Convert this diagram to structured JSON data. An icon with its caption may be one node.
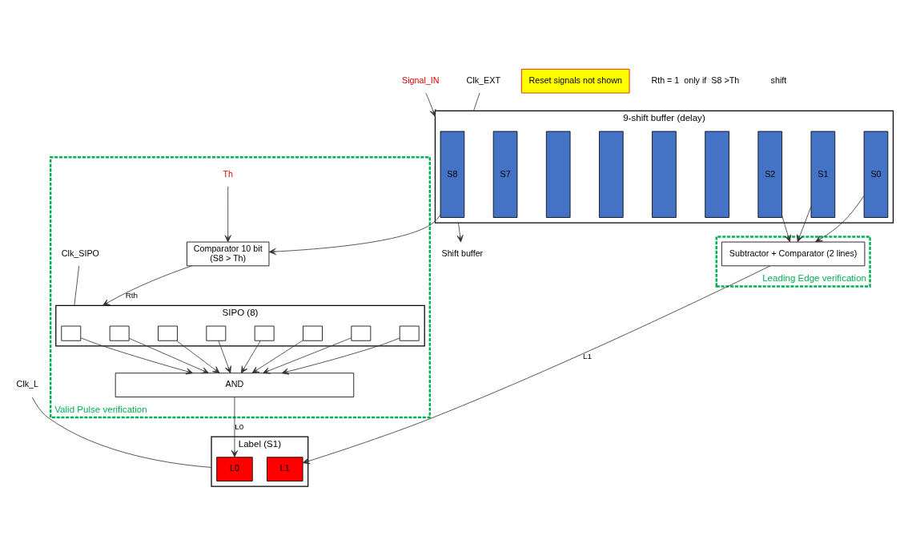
{
  "diagram": {
    "nodes": [
      {
        "text": [
          "9-shift buffer (delay)"
        ]
      },
      {
        "text": [
          "S8"
        ],
        "in": 0
      },
      {
        "text": [
          "S7"
        ],
        "in": 0
      },
      {
        "text": [],
        "shape": "bar",
        "in": 0
      },
      {
        "text": [],
        "shape": "bar",
        "in": 0
      },
      {
        "text": [],
        "shape": "bar",
        "in": 0
      },
      {
        "text": [],
        "shape": "bar",
        "in": 0
      },
      {
        "text": [
          "S2"
        ],
        "in": 0
      },
      {
        "text": [
          "S1"
        ],
        "in": 0
      },
      {
        "text": [
          "S0"
        ],
        "in": 0
      },
      {
        "text": [
          "Signal_IN"
        ]
      },
      {
        "text": [
          "Shift buffer"
        ]
      },
      {
        "text": [
          "Clk_EXT"
        ]
      },
      {
        "text": [
          "Valid Pulse verification"
        ]
      },
      {
        "text": [
          "Comparator 10 bit",
          "(S8 > Th)"
        ],
        "in": 13
      },
      {
        "text": [
          "Th"
        ],
        "in": 13
      },
      {
        "text": [
          "SIPO (8)"
        ],
        "in": 13
      },
      {
        "text": [],
        "shape": "box",
        "in": 16
      },
      {
        "text": [],
        "shape": "box",
        "in": 16
      },
      {
        "text": [],
        "shape": "box",
        "in": 16
      },
      {
        "text": [],
        "shape": "box",
        "in": 16
      },
      {
        "text": [],
        "shape": "box",
        "in": 16
      },
      {
        "text": [],
        "shape": "box",
        "in": 16
      },
      {
        "text": [],
        "shape": "box",
        "in": 16
      },
      {
        "text": [],
        "shape": "box",
        "in": 16
      },
      {
        "text": [
          "AND"
        ],
        "in": 13
      },
      {
        "text": [
          "Clk_SIPO"
        ],
        "in": 13
      },
      {
        "text": [
          "Leading Edge verification"
        ]
      },
      {
        "text": [
          "Subtractor + Comparator (2 lines)"
        ],
        "in": 27
      },
      {
        "text": [
          "Label (S1)"
        ]
      },
      {
        "text": [
          "L0"
        ],
        "in": 29
      },
      {
        "text": [
          "L1"
        ],
        "in": 29
      },
      {
        "text": [
          "Clk_L"
        ]
      },
      {
        "text": [
          "Reset signals not shown"
        ]
      }
    ],
    "edges": [
      {
        "from": 10,
        "to": 0,
        "arrow": "to"
      },
      {
        "from": 0,
        "to": 11,
        "arrow": "to"
      },
      {
        "from": 12,
        "to": 0,
        "arrow": "none"
      },
      {
        "from": 1,
        "to": 14,
        "arrow": "to"
      },
      {
        "from": 15,
        "to": 14,
        "arrow": "to"
      },
      {
        "from": 14,
        "to": 16,
        "label": "Rth",
        "arrow": "to"
      },
      {
        "from": 26,
        "to": 16,
        "arrow": "none"
      },
      {
        "from": 17,
        "to": 25,
        "arrow": "to"
      },
      {
        "from": 18,
        "to": 25,
        "arrow": "to"
      },
      {
        "from": 19,
        "to": 25,
        "arrow": "to"
      },
      {
        "from": 20,
        "to": 25,
        "arrow": "to"
      },
      {
        "from": 21,
        "to": 25,
        "arrow": "to"
      },
      {
        "from": 22,
        "to": 25,
        "arrow": "to"
      },
      {
        "from": 23,
        "to": 25,
        "arrow": "to"
      },
      {
        "from": 24,
        "to": 25,
        "arrow": "to"
      },
      {
        "from": 7,
        "to": 28,
        "arrow": "to"
      },
      {
        "from": 8,
        "to": 28,
        "arrow": "to"
      },
      {
        "from": 9,
        "to": 28,
        "arrow": "to"
      },
      {
        "from": 25,
        "to": 30,
        "label": "L0",
        "arrow": "to"
      },
      {
        "from": 28,
        "to": 31,
        "label": "L1",
        "arrow": "to"
      },
      {
        "from": 32,
        "to": 29,
        "arrow": "none"
      }
    ],
    "labels": [
      "Rth = 1  only if  S8 >Th",
      "shift"
    ]
  }
}
